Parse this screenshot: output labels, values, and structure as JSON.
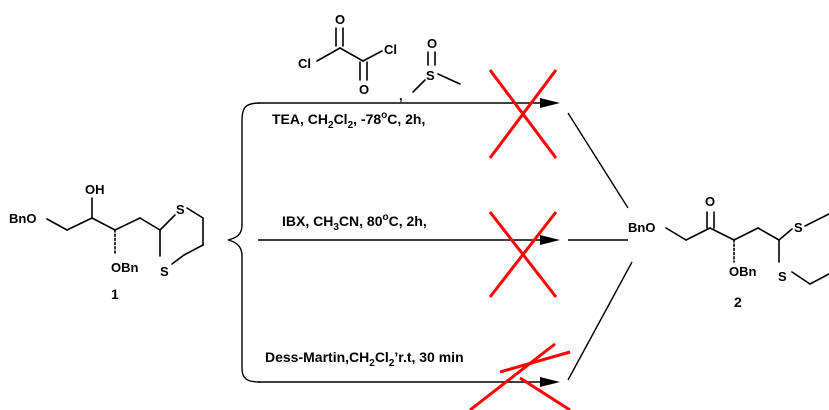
{
  "colors": {
    "ink": "#000000",
    "cross": "#ff0000",
    "background": "#ffffff"
  },
  "reagents_top": {
    "oxalyl_chloride": {
      "O_top": "O",
      "Cl_left": "Cl",
      "Cl_right": "Cl",
      "O_bottom": "O"
    },
    "separator": ",",
    "dmso": {
      "O": "O",
      "S": "S"
    }
  },
  "routes": [
    {
      "conditions": [
        {
          "text": "TEA, CH",
          "sub": false
        },
        {
          "text": "2",
          "sub": true
        },
        {
          "text": "Cl",
          "sub": false
        },
        {
          "text": "2",
          "sub": true
        },
        {
          "text": ", -78",
          "sub": false
        },
        {
          "text": "o",
          "sup": true
        },
        {
          "text": "C, 2h,",
          "sub": false
        }
      ],
      "result": "failed"
    },
    {
      "conditions": [
        {
          "text": "IBX, CH",
          "sub": false
        },
        {
          "text": "3",
          "sub": true
        },
        {
          "text": "CN, 80",
          "sub": false
        },
        {
          "text": "o",
          "sup": true
        },
        {
          "text": "C, 2h,",
          "sub": false
        }
      ],
      "result": "failed"
    },
    {
      "conditions": [
        {
          "text": "Dess-Martin,CH",
          "sub": false
        },
        {
          "text": "2",
          "sub": true
        },
        {
          "text": "Cl",
          "sub": false
        },
        {
          "text": "2",
          "sub": true
        },
        {
          "text": "’r.t, 30 min",
          "sub": false
        }
      ],
      "result": "failed"
    }
  ],
  "starting_material": {
    "number": "1",
    "labels": {
      "oh": "OH",
      "bno": "BnO",
      "obn": "OBn",
      "s_top": "S",
      "s_bottom": "S"
    }
  },
  "product": {
    "number": "2",
    "labels": {
      "o": "O",
      "bno": "BnO",
      "obn": "OBn",
      "s_top": "S",
      "s_bottom": "S"
    }
  }
}
